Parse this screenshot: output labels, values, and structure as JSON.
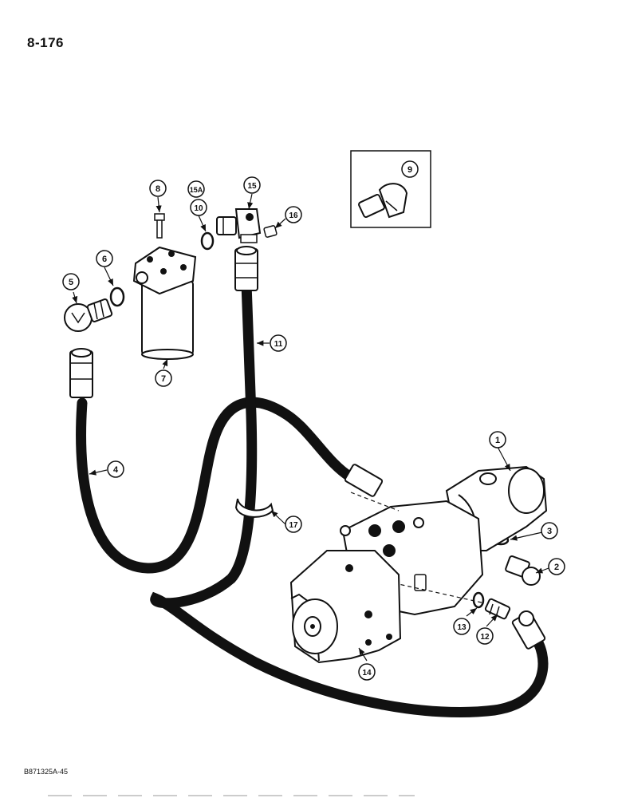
{
  "page_number": "8-176",
  "figure_code": "B871325A-45",
  "callouts": {
    "c1": "1",
    "c2": "2",
    "c3": "3",
    "c4": "4",
    "c5": "5",
    "c6": "6",
    "c7": "7",
    "c8": "8",
    "c9": "9",
    "c10": "10",
    "c11": "11",
    "c12": "12",
    "c13": "13",
    "c14": "14",
    "c15": "15",
    "c15a": "15A",
    "c16": "16",
    "c17": "17"
  }
}
